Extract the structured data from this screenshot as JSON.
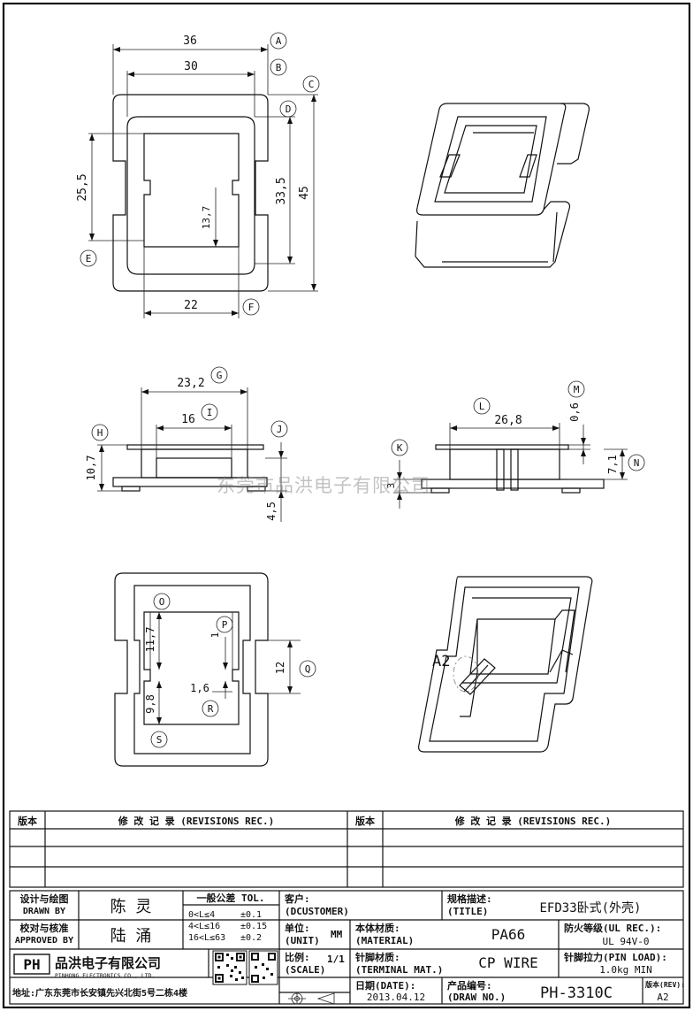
{
  "dims": {
    "top": {
      "d36": "36",
      "d30": "30",
      "d45": "45",
      "d33_5": "33,5",
      "d25_5": "25,5",
      "d13_7": "13,7",
      "d22": "22"
    },
    "side": {
      "d23_2": "23,2",
      "d16": "16",
      "d10_7": "10,7",
      "d4_5": "4,5"
    },
    "end": {
      "d26_8": "26,8",
      "d0_6": "0,6",
      "d7_1": "7,1",
      "d3": "3"
    },
    "bottom": {
      "d11_7": "11,7",
      "d9_8": "9,8",
      "d1": "1",
      "d1_6": "1,6",
      "d12": "12"
    }
  },
  "markers": {
    "A": "A",
    "B": "B",
    "C": "C",
    "D": "D",
    "E": "E",
    "F": "F",
    "G": "G",
    "H": "H",
    "I": "I",
    "J": "J",
    "K": "K",
    "L": "L",
    "M": "M",
    "N": "N",
    "O": "O",
    "P": "P",
    "Q": "Q",
    "R": "R",
    "S": "S"
  },
  "iso_label": "A2",
  "watermark": "东莞市品洪电子有限公司",
  "revisions": {
    "ver_label": "版本",
    "rec_label": "修 改 记 录 (REVISIONS REC.)"
  },
  "title_block": {
    "designer_label_cn": "设计与绘图",
    "designer_label_en": "DRAWN BY",
    "designer": "陈 灵",
    "approver_label_cn": "校对与核准",
    "approver_label_en": "APPROVED BY",
    "approver": "陆 涌",
    "tol_title": "一般公差 TOL.",
    "tol_rows": [
      {
        "range": "0<L≤4",
        "tol": "±0.1"
      },
      {
        "range": "4<L≤16",
        "tol": "±0.15"
      },
      {
        "range": "16<L≤63",
        "tol": "±0.2"
      }
    ],
    "customer_label_cn": "客户:",
    "customer_label_en": "(DCUSTOMER)",
    "title_label_cn": "规格描述:",
    "title_label_en": "(TITLE)",
    "title": "EFD33卧式(外壳)",
    "unit_label_cn": "单位:",
    "unit_label_en": "(UNIT)",
    "unit": "MM",
    "material_label_cn": "本体材质:",
    "material_label_en": "(MATERIAL)",
    "material": "PA66",
    "ul_label": "防火等级(UL REC.):",
    "ul": "UL 94V-0",
    "scale_label_cn": "比例:",
    "scale_label_en": "(SCALE)",
    "scale": "1/1",
    "terminal_label_cn": "针脚材质:",
    "terminal_label_en": "(TERMINAL MAT.)",
    "terminal": "CP WIRE",
    "pinload_label": "针脚拉力(PIN LOAD):",
    "pinload": "1.0kg MIN",
    "date_label_cn": "日期(DATE):",
    "date": "2013.04.12",
    "drawno_label_cn": "产品编号:",
    "drawno_label_en": "(DRAW NO.)",
    "drawno": "PH-3310C",
    "rev_label": "版本(REV):",
    "rev": "A2",
    "company_logo": "PH",
    "company_cn": "品洪电子有限公司",
    "company_en": "PINHONG ELECTRONICS CO., LTD.",
    "address": "地址:广东东莞市长安镇先兴北街5号二栋4楼"
  }
}
